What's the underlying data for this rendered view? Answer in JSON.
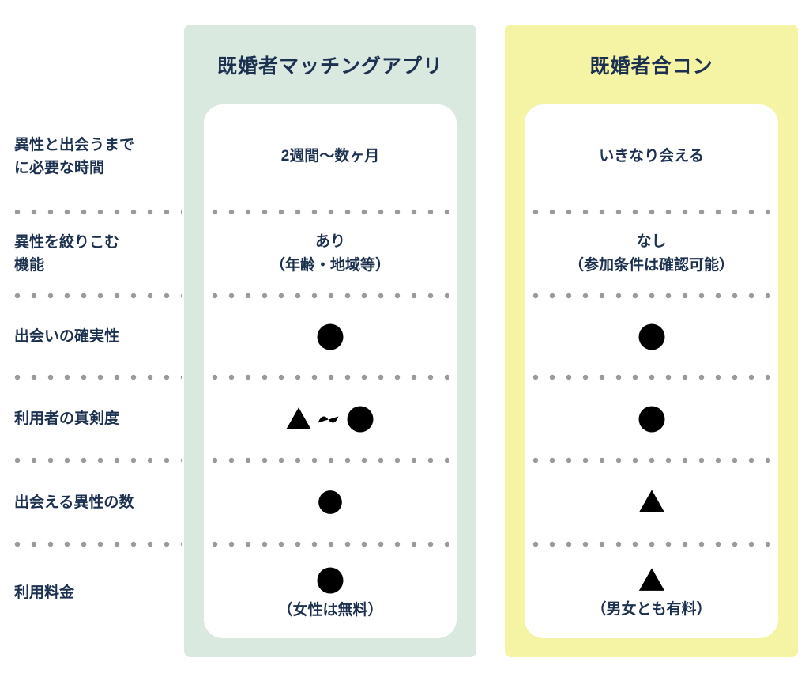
{
  "colors": {
    "navy_text": "#1c3050",
    "green_panel": "#d9e9e0",
    "yellow_panel": "#f5f3a4",
    "dot_gray": "#9a9a9a",
    "card_white": "#ffffff"
  },
  "row_labels": [
    {
      "lines": [
        "異性と出会うまで",
        "に必要な時間"
      ]
    },
    {
      "lines": [
        "異性を絞りこむ",
        "機能"
      ]
    },
    {
      "lines": [
        "出会いの確実性"
      ]
    },
    {
      "lines": [
        "利用者の真剣度"
      ]
    },
    {
      "lines": [
        "出会える異性の数"
      ]
    },
    {
      "lines": [
        "利用料金"
      ]
    }
  ],
  "columns": [
    {
      "title": "既婚者マッチングアプリ",
      "values": [
        {
          "type": "text",
          "lines": [
            "2週間〜数ヶ月"
          ]
        },
        {
          "type": "text",
          "lines": [
            "あり",
            "（年齢・地域等）"
          ]
        },
        {
          "type": "symbol",
          "symbols": [
            "circle"
          ]
        },
        {
          "type": "symbol",
          "symbols": [
            "triangle",
            "wave",
            "double-circle"
          ]
        },
        {
          "type": "symbol",
          "symbols": [
            "double-circle"
          ]
        },
        {
          "type": "symbol",
          "symbols": [
            "circle"
          ],
          "caption": "（女性は無料）"
        }
      ]
    },
    {
      "title": "既婚者合コン",
      "values": [
        {
          "type": "text",
          "lines": [
            "いきなり会える"
          ]
        },
        {
          "type": "text",
          "lines": [
            "なし",
            "（参加条件は確認可能）"
          ]
        },
        {
          "type": "symbol",
          "symbols": [
            "double-circle"
          ]
        },
        {
          "type": "symbol",
          "symbols": [
            "circle"
          ]
        },
        {
          "type": "symbol",
          "symbols": [
            "triangle"
          ]
        },
        {
          "type": "symbol",
          "symbols": [
            "triangle"
          ],
          "caption": "（男女とも有料）"
        }
      ]
    }
  ]
}
